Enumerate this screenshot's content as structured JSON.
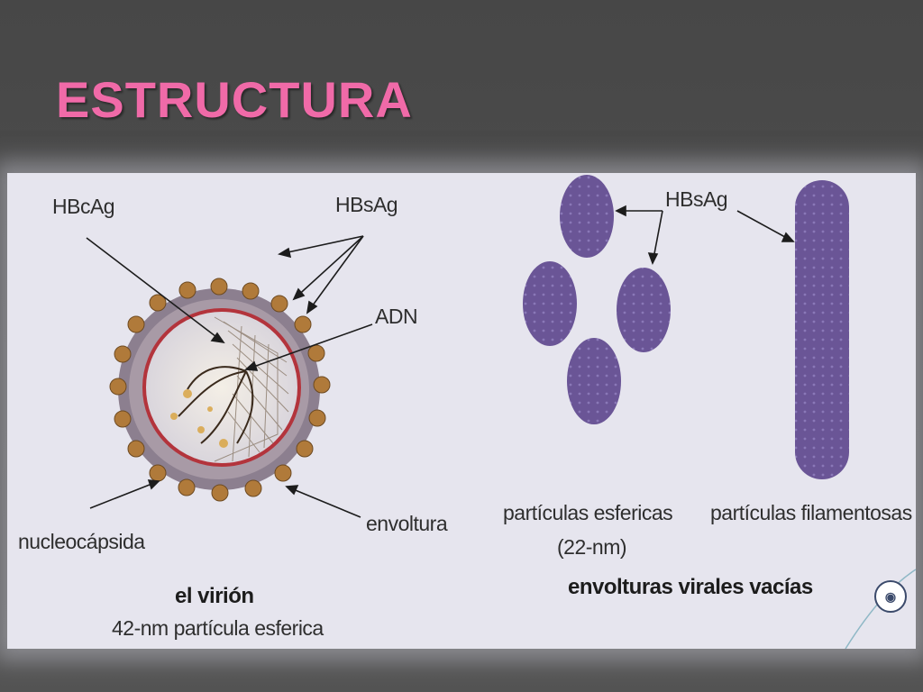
{
  "slide": {
    "title": "ESTRUCTURA"
  },
  "diagram": {
    "labels": {
      "hbcag": "HBcAg",
      "hbsag_left": "HBsAg",
      "adn": "ADN",
      "nucleocapsida": "nucleocápsida",
      "envoltura": "envoltura",
      "virion_title": "el virión",
      "virion_sub": "42-nm partícula esferica",
      "hbsag_right": "HBsAg",
      "particulas_esfericas": "partículas esfericas",
      "particulas_size": "(22-nm)",
      "particulas_filamentosas": "partículas filamentosas",
      "envolturas_title": "envolturas virales vacías"
    },
    "colors": {
      "accent_title": "#f06aa8",
      "particle_purple": "#6a5596",
      "envelope_red": "#b3343c",
      "spike_brown": "#b07a3a"
    },
    "icons": [
      "logo-icon"
    ]
  }
}
